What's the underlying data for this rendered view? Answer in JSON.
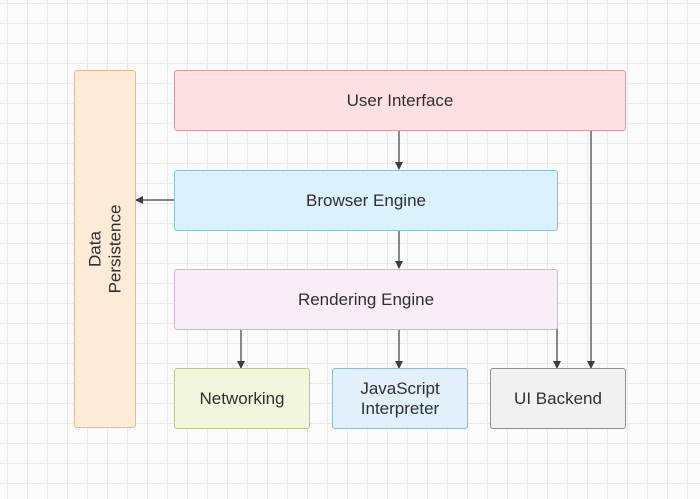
{
  "diagram": {
    "nodes": {
      "data_persistence": {
        "label": "Data Persistence",
        "fill": "#fdebd8",
        "border": "#e9b98e"
      },
      "user_interface": {
        "label": "User Interface",
        "fill": "#fde0e4",
        "border": "#d99aa3"
      },
      "browser_engine": {
        "label": "Browser Engine",
        "fill": "#dbf1fb",
        "border": "#8cc1d8"
      },
      "rendering_engine": {
        "label": "Rendering Engine",
        "fill": "#f9eef7",
        "border": "#cfb5ca"
      },
      "networking": {
        "label": "Networking",
        "fill": "#f2f6dd",
        "border": "#bdc68c"
      },
      "javascript_interpreter": {
        "label": "JavaScript\nInterpreter",
        "fill": "#e1f0fb",
        "border": "#92b8d4"
      },
      "ui_backend": {
        "label": "UI Backend",
        "fill": "#f1f1f1",
        "border": "#8e8e8e"
      }
    },
    "edges": [
      {
        "from": "user_interface",
        "to": "browser_engine"
      },
      {
        "from": "browser_engine",
        "to": "data_persistence"
      },
      {
        "from": "browser_engine",
        "to": "rendering_engine"
      },
      {
        "from": "rendering_engine",
        "to": "networking"
      },
      {
        "from": "rendering_engine",
        "to": "javascript_interpreter"
      },
      {
        "from": "rendering_engine",
        "to": "ui_backend"
      },
      {
        "from": "user_interface",
        "to": "ui_backend"
      }
    ],
    "line_color": "#3d3d3d"
  }
}
